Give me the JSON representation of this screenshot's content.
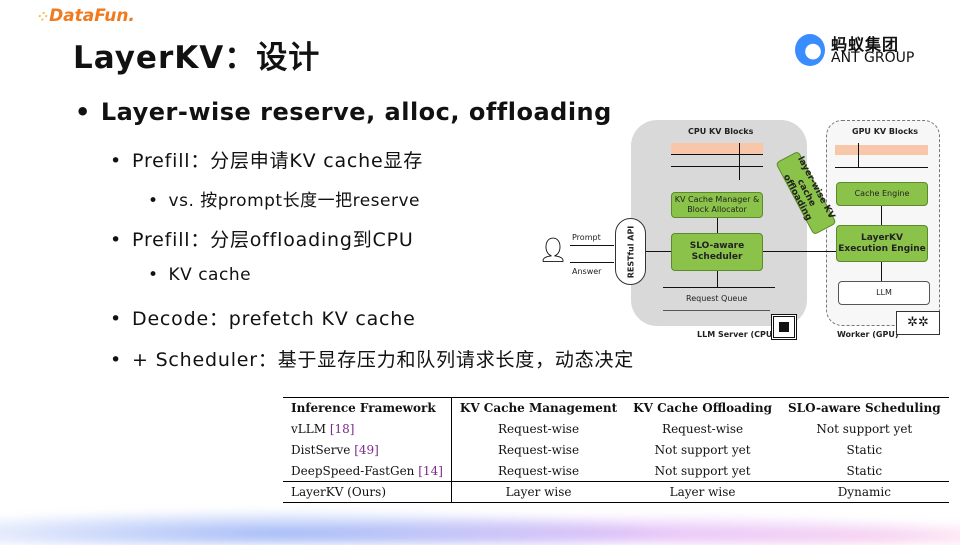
{
  "header": {
    "logo": "DataFun.",
    "title": "LayerKV：设计",
    "brand_cn": "蚂蚁集团",
    "brand_en": "ANT GROUP"
  },
  "bullets": [
    {
      "level": 1,
      "text": "Layer-wise reserve, alloc, offloading"
    },
    {
      "level": 2,
      "text": "Prefill：分层申请KV cache显存"
    },
    {
      "level": 3,
      "text": "vs. 按prompt长度一把reserve"
    },
    {
      "level": 2,
      "text": "Prefill：分层offloading到CPU"
    },
    {
      "level": 3,
      "text": "KV cache"
    },
    {
      "level": 2,
      "text": "Decode：prefetch KV cache"
    },
    {
      "level": 2,
      "text": "+ Scheduler：基于显存压力和队列请求长度，动态决定"
    }
  ],
  "diagram": {
    "cpu_kv_blocks": "CPU KV Blocks",
    "gpu_kv_blocks": "GPU KV Blocks",
    "kv_manager": "KV Cache Manager & Block Allocator",
    "scheduler": "SLO-aware Scheduler",
    "restful": "RESTful API",
    "prompt": "Prompt",
    "answer": "Answer",
    "request_queue": "Request Queue",
    "offloading": "layer-wise KV cache offloading",
    "cache_engine": "Cache Engine",
    "execution_engine": "LayerKV Execution Engine",
    "llm": "LLM",
    "server_label": "LLM Server (CPU)",
    "worker_label": "Worker (GPU)",
    "colors": {
      "green": "#8bc34a",
      "orange": "#f8c6a8",
      "gray": "#d9d9d9"
    }
  },
  "table": {
    "headers": [
      "Inference Framework",
      "KV Cache Management",
      "KV Cache Offloading",
      "SLO-aware Scheduling"
    ],
    "rows": [
      {
        "name": "vLLM",
        "ref": "[18]",
        "cells": [
          "Request-wise",
          "Request-wise",
          "Not support yet"
        ]
      },
      {
        "name": "DistServe",
        "ref": "[49]",
        "cells": [
          "Request-wise",
          "Not support yet",
          "Static"
        ]
      },
      {
        "name": "DeepSpeed-FastGen",
        "ref": "[14]",
        "cells": [
          "Request-wise",
          "Not support yet",
          "Static"
        ]
      },
      {
        "name": "LayerKV (Ours)",
        "ref": "",
        "cells": [
          "Layer wise",
          "Layer wise",
          "Dynamic"
        ]
      }
    ]
  }
}
